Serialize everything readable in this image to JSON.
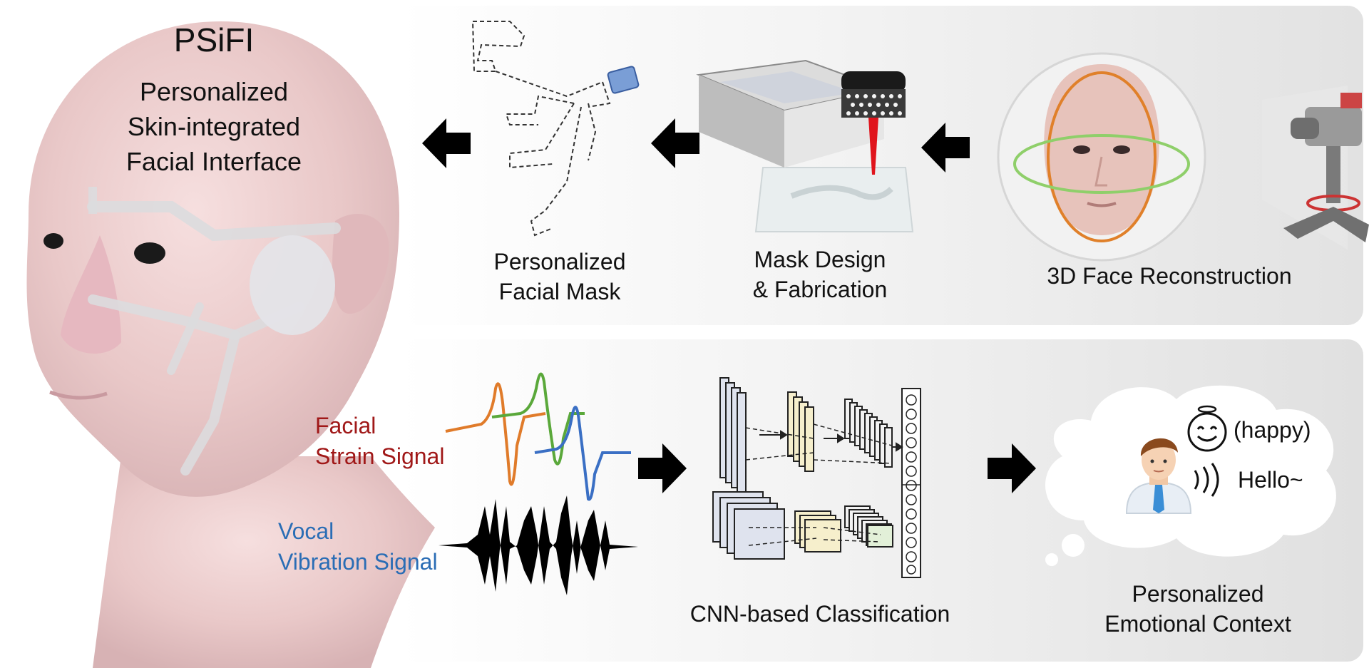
{
  "header": {
    "title": "PSiFI",
    "subtitle_lines": [
      "Personalized",
      "Skin-integrated",
      "Facial Interface"
    ]
  },
  "top_flow": {
    "step_3d": "3D Face Reconstruction",
    "step_mask_design": [
      "Mask Design",
      "& Fabrication"
    ],
    "step_mask": [
      "Personalized",
      "Facial Mask"
    ]
  },
  "bottom_flow": {
    "signal_strain": [
      "Facial",
      "Strain Signal"
    ],
    "signal_vocal": [
      "Vocal",
      "Vibration Signal"
    ],
    "step_cnn": "CNN-based Classification",
    "step_context": [
      "Personalized",
      "Emotional Context"
    ],
    "bubble_emotion": "(happy)",
    "bubble_speech": "Hello~"
  },
  "colors": {
    "strain_text": "#a01818",
    "vocal_text": "#2a6db5",
    "wave_orange": "#e07b2a",
    "wave_green": "#5aa83a",
    "wave_blue": "#3a6fc4",
    "arrow": "#000000",
    "laser": "#e0141c",
    "ring_orange": "#e0802a",
    "ring_green": "#8fcf6a"
  }
}
